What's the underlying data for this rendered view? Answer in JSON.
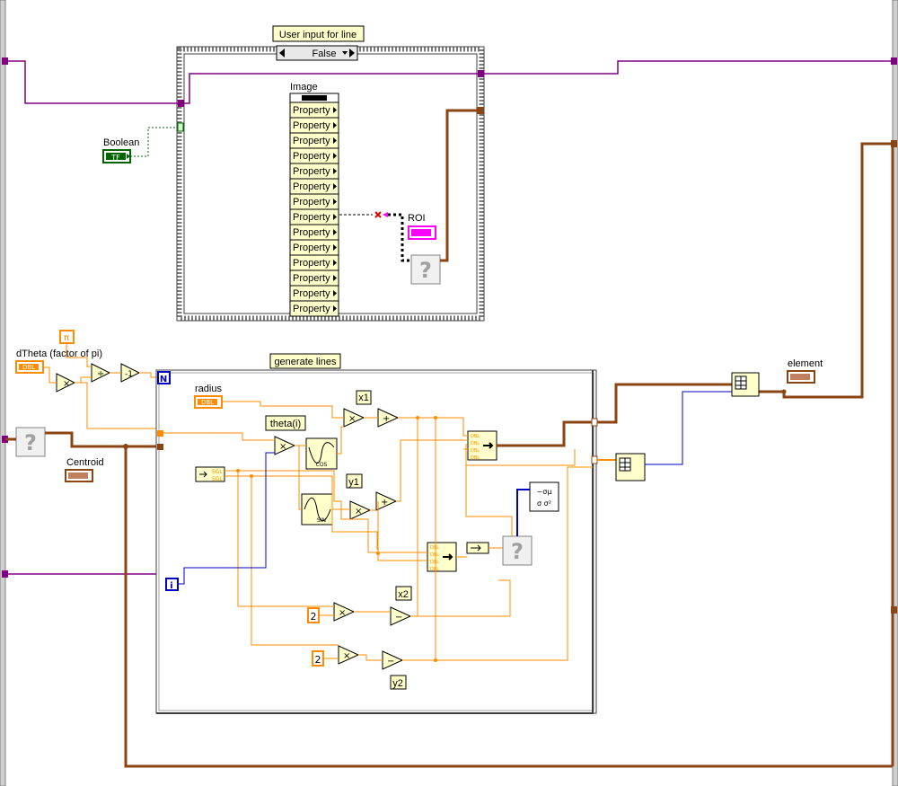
{
  "case_structure": {
    "label": "User input for line",
    "selector_value": "False"
  },
  "boolean_control": {
    "label": "Boolean",
    "glyph": "TF"
  },
  "property_node": {
    "label": "Image",
    "rows": [
      "Property",
      "Property",
      "Property",
      "Property",
      "Property",
      "Property",
      "Property",
      "Property",
      "Property",
      "Property",
      "Property",
      "Property",
      "Property",
      "Property"
    ]
  },
  "roi_label": "ROI",
  "for_loop": {
    "label": "generate lines",
    "count_terminal": "N",
    "index_terminal": "i"
  },
  "controls": {
    "dtheta": {
      "label": "dTheta (factor of pi)",
      "type": "DBL"
    },
    "radius": {
      "label": "radius",
      "type": "DBL"
    },
    "centroid": {
      "label": "Centroid"
    },
    "pi_constant": "π"
  },
  "node_labels": {
    "theta_i": "theta(i)",
    "x1": "x1",
    "y1": "y1",
    "x2": "x2",
    "y2": "y2",
    "element": "element"
  },
  "constants": {
    "two_a": "2",
    "two_b": "2"
  },
  "operators": {
    "multiply": "×",
    "divide": "÷",
    "add": "+",
    "subtract": "−",
    "decrement": "-1"
  },
  "functions": {
    "cos": "COS",
    "sin": "SIN",
    "bundle_types": [
      "DBL",
      "DBL",
      "DBL",
      "DBL"
    ],
    "sgl": "SGL"
  },
  "colors": {
    "orange_wire": "#ff8c00",
    "brown_wire": "#8b4513",
    "purple_wire": "#800080",
    "blue_wire": "#0000c0",
    "green_wire": "#006400",
    "pink_wire": "#ff00ff"
  }
}
